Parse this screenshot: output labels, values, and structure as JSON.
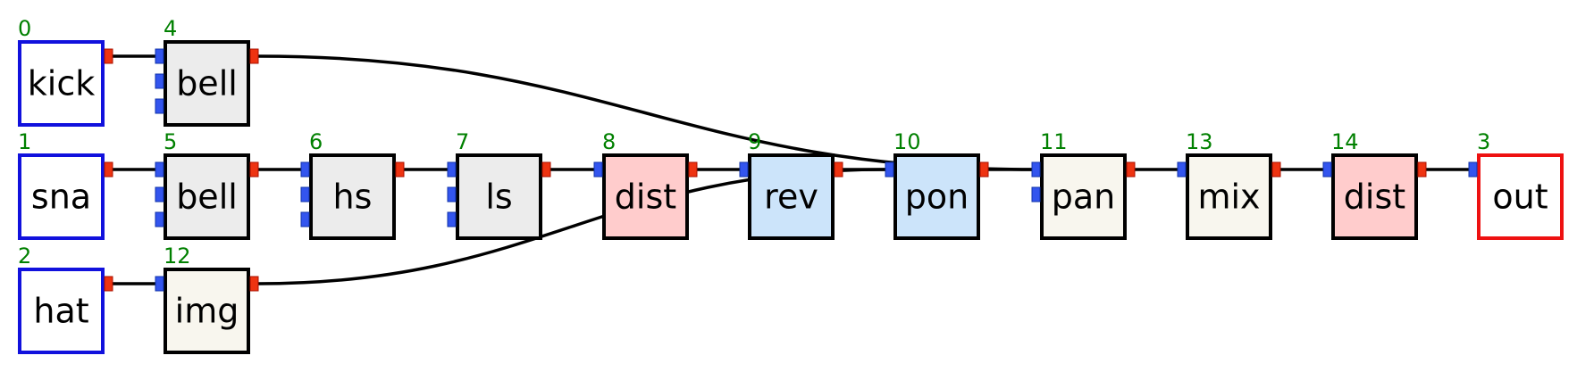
{
  "colors": {
    "port_in": "#3355ee",
    "port_out": "#ee3311",
    "edge": "#000000",
    "id_text": "#008000",
    "border_source": "#1111dd",
    "border_sink": "#ee1111",
    "border_default": "#000000",
    "fill_white": "#ffffff",
    "fill_gray": "#ececec",
    "fill_pink": "#ffcccc",
    "fill_blue": "#cce4fa",
    "fill_cream": "#f8f6ee"
  },
  "nodes": [
    {
      "key": "n0",
      "id": "0",
      "label": "kick",
      "kind": "source",
      "inputs": 0
    },
    {
      "key": "n4",
      "id": "4",
      "label": "bell",
      "kind": "gray",
      "inputs": 3
    },
    {
      "key": "n1",
      "id": "1",
      "label": "sna",
      "kind": "source",
      "inputs": 0
    },
    {
      "key": "n5",
      "id": "5",
      "label": "bell",
      "kind": "gray",
      "inputs": 3
    },
    {
      "key": "n6",
      "id": "6",
      "label": "hs",
      "kind": "gray",
      "inputs": 3
    },
    {
      "key": "n7",
      "id": "7",
      "label": "ls",
      "kind": "gray",
      "inputs": 3
    },
    {
      "key": "n8",
      "id": "8",
      "label": "dist",
      "kind": "pink",
      "inputs": 1
    },
    {
      "key": "n9",
      "id": "9",
      "label": "rev",
      "kind": "blue",
      "inputs": 1
    },
    {
      "key": "n10",
      "id": "10",
      "label": "pon",
      "kind": "blue",
      "inputs": 1
    },
    {
      "key": "n11",
      "id": "11",
      "label": "pan",
      "kind": "cream",
      "inputs": 2
    },
    {
      "key": "n13",
      "id": "13",
      "label": "mix",
      "kind": "cream",
      "inputs": 1
    },
    {
      "key": "n14",
      "id": "14",
      "label": "dist",
      "kind": "pink",
      "inputs": 1
    },
    {
      "key": "n3",
      "id": "3",
      "label": "out",
      "kind": "sink",
      "inputs": 1
    },
    {
      "key": "n2",
      "id": "2",
      "label": "hat",
      "kind": "source",
      "inputs": 0
    },
    {
      "key": "n12",
      "id": "12",
      "label": "img",
      "kind": "cream",
      "inputs": 1
    }
  ],
  "edges": [
    {
      "from": "n0",
      "to": "n4"
    },
    {
      "from": "n1",
      "to": "n5"
    },
    {
      "from": "n2",
      "to": "n12"
    },
    {
      "from": "n5",
      "to": "n6"
    },
    {
      "from": "n6",
      "to": "n7"
    },
    {
      "from": "n7",
      "to": "n8"
    },
    {
      "from": "n8",
      "to": "n9"
    },
    {
      "from": "n9",
      "to": "n10"
    },
    {
      "from": "n4",
      "to": "n11"
    },
    {
      "from": "n10",
      "to": "n11"
    },
    {
      "from": "n12",
      "to": "n10"
    },
    {
      "from": "n11",
      "to": "n13"
    },
    {
      "from": "n13",
      "to": "n14"
    },
    {
      "from": "n14",
      "to": "n3"
    }
  ]
}
